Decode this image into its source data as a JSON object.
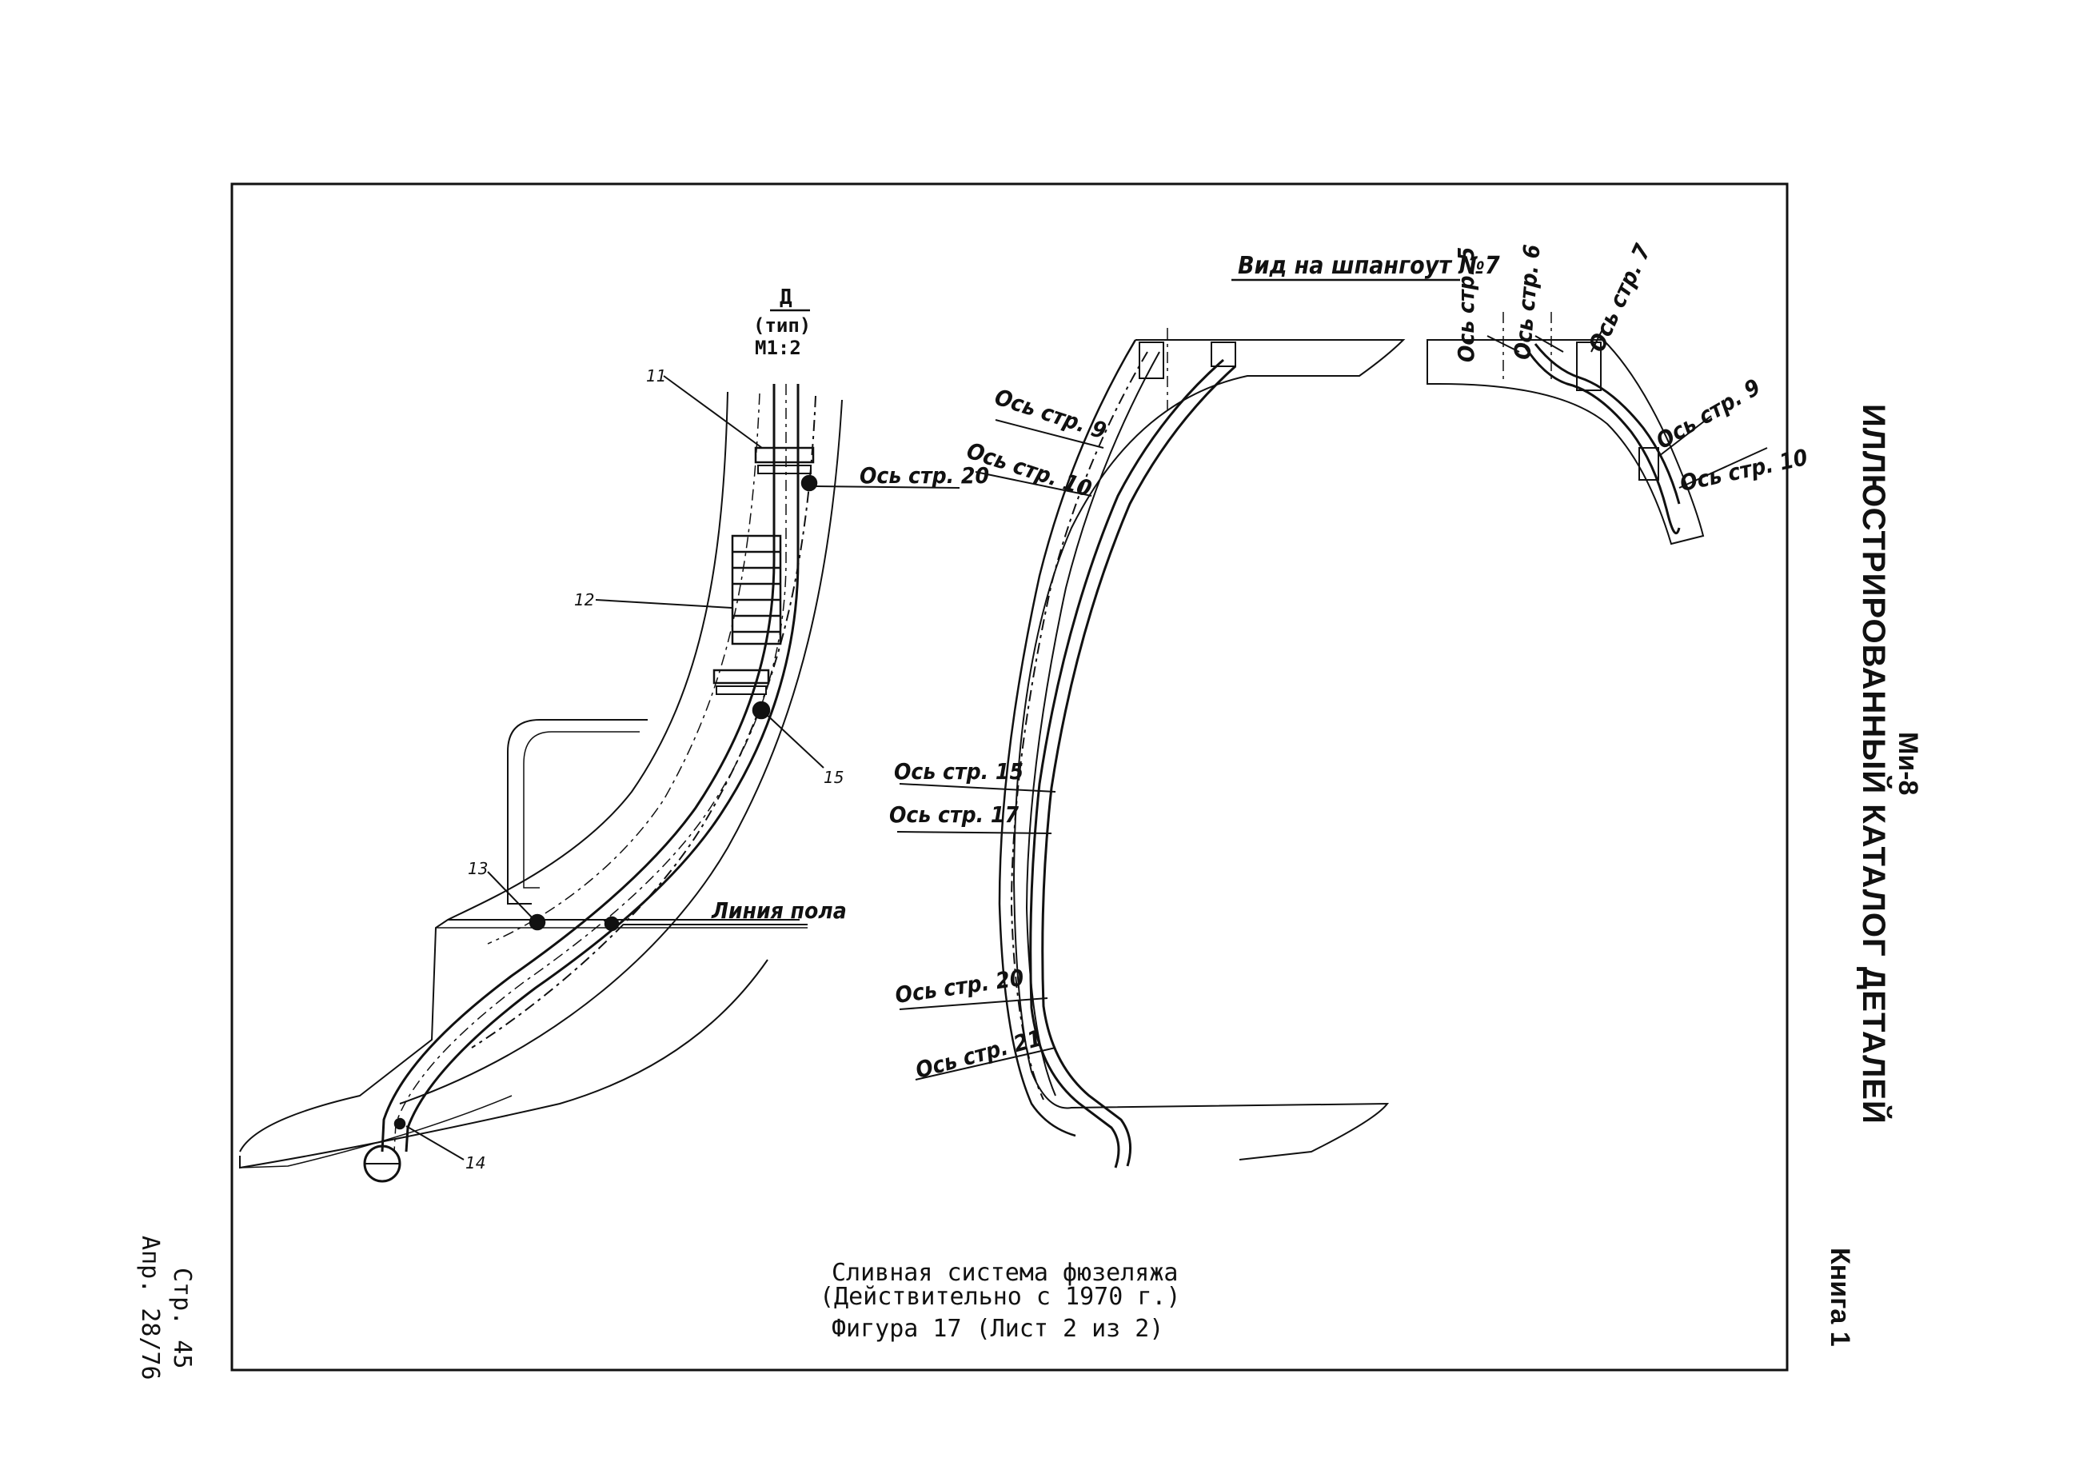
{
  "header": {
    "aircraft": "Ми-8",
    "catalog_title": "ИЛЛЮСТРИРОВАННЫЙ КАТАЛОГ ДЕТАЛЕЙ",
    "book": "Книга 1"
  },
  "footer": {
    "page": "Стр. 45",
    "date": "Апр. 28/76"
  },
  "caption": {
    "line1": "Сливная система фюзеляжа",
    "line2": "(Действительно с 1970 г.)",
    "figure": "Фигура 17  (Лист 2 из 2)"
  },
  "detail_view": {
    "title": "Д",
    "subtitle": "(тип)",
    "scale": "М1:2",
    "callouts": [
      "11",
      "12",
      "13",
      "14",
      "15"
    ],
    "axis_label": "Ось стр. 20",
    "floor_label": "Линия пола"
  },
  "frame_view": {
    "title": "Вид на шпангоут №7",
    "axes_left": [
      "Ось стр. 9",
      "Ось стр. 10",
      "Ось стр. 15",
      "Ось стр. 17",
      "Ось стр. 20",
      "Ось стр. 21"
    ],
    "axes_right": [
      "Ось стр. 5",
      "Ось стр. 6",
      "Ось стр. 7",
      "Ось стр. 9",
      "Ось стр. 10"
    ]
  }
}
